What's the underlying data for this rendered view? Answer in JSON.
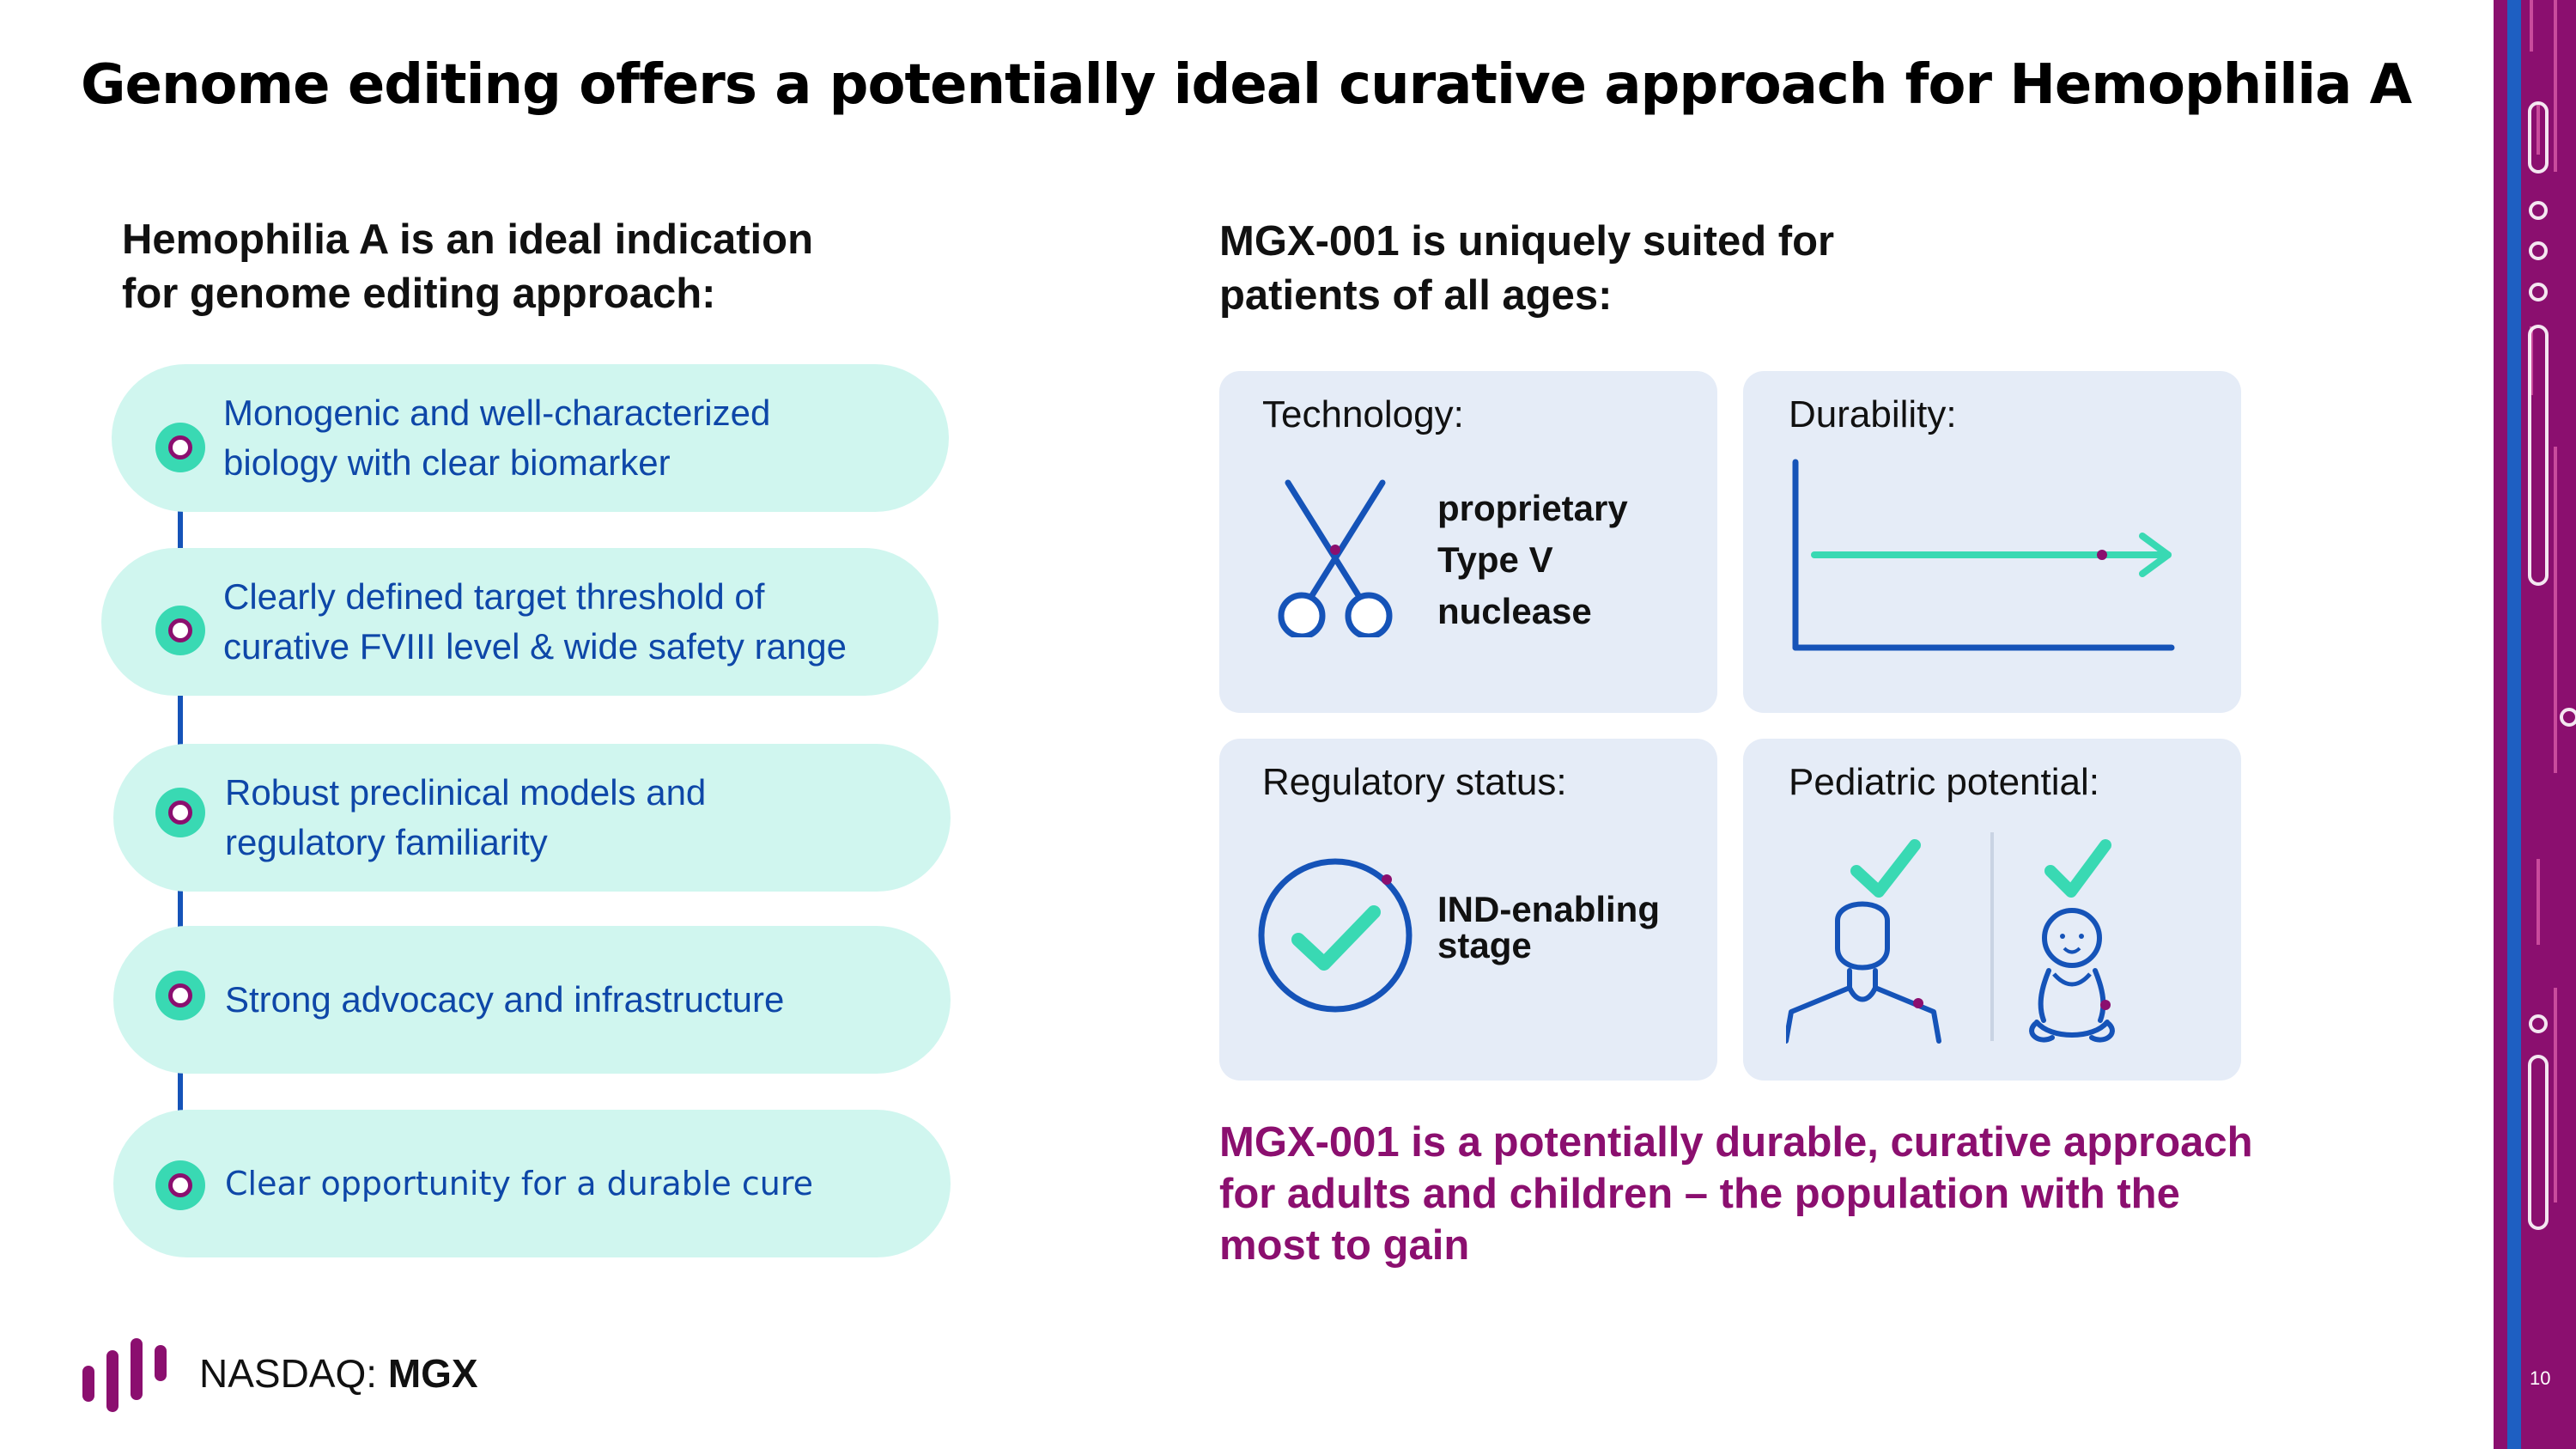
{
  "title": "Genome editing offers a potentially ideal curative approach for Hemophilia A",
  "left": {
    "heading_line1": "Hemophilia A is an ideal indication",
    "heading_line2": "for genome editing approach:",
    "items": [
      {
        "line1": "Monogenic and well-characterized",
        "line2": "biology with clear biomarker"
      },
      {
        "line1": "Clearly defined target threshold of",
        "line2": "curative FVIII level & wide safety range"
      },
      {
        "line1": "Robust preclinical models and",
        "line2": "regulatory familiarity"
      },
      {
        "line1": "Strong advocacy and infrastructure",
        "line2": ""
      },
      {
        "line1": "Clear opportunity for a durable cure",
        "line2": ""
      }
    ]
  },
  "right": {
    "heading_line1": "MGX-001 is uniquely suited for",
    "heading_line2": "patients of all ages:",
    "cards": {
      "technology": {
        "label": "Technology:",
        "line1": "proprietary",
        "line2": "Type V",
        "line3": "nuclease"
      },
      "durability": {
        "label": "Durability:"
      },
      "regulatory": {
        "label": "Regulatory status:",
        "line1": "IND-enabling",
        "line2": "stage"
      },
      "pediatric": {
        "label": "Pediatric potential:"
      }
    },
    "conclusion_line1": "MGX-001 is a potentially durable, curative approach",
    "conclusion_line2": "for adults and children – the population with the",
    "conclusion_line3": "most to gain"
  },
  "footer": {
    "exchange": "NASDAQ:",
    "ticker": "MGX"
  },
  "page_number": "10",
  "colors": {
    "teal": "#39d9b3",
    "pill": "#d0f6ef",
    "blue": "#1553b8",
    "magenta": "#8b0f6f",
    "card": "#e5ecf7"
  }
}
